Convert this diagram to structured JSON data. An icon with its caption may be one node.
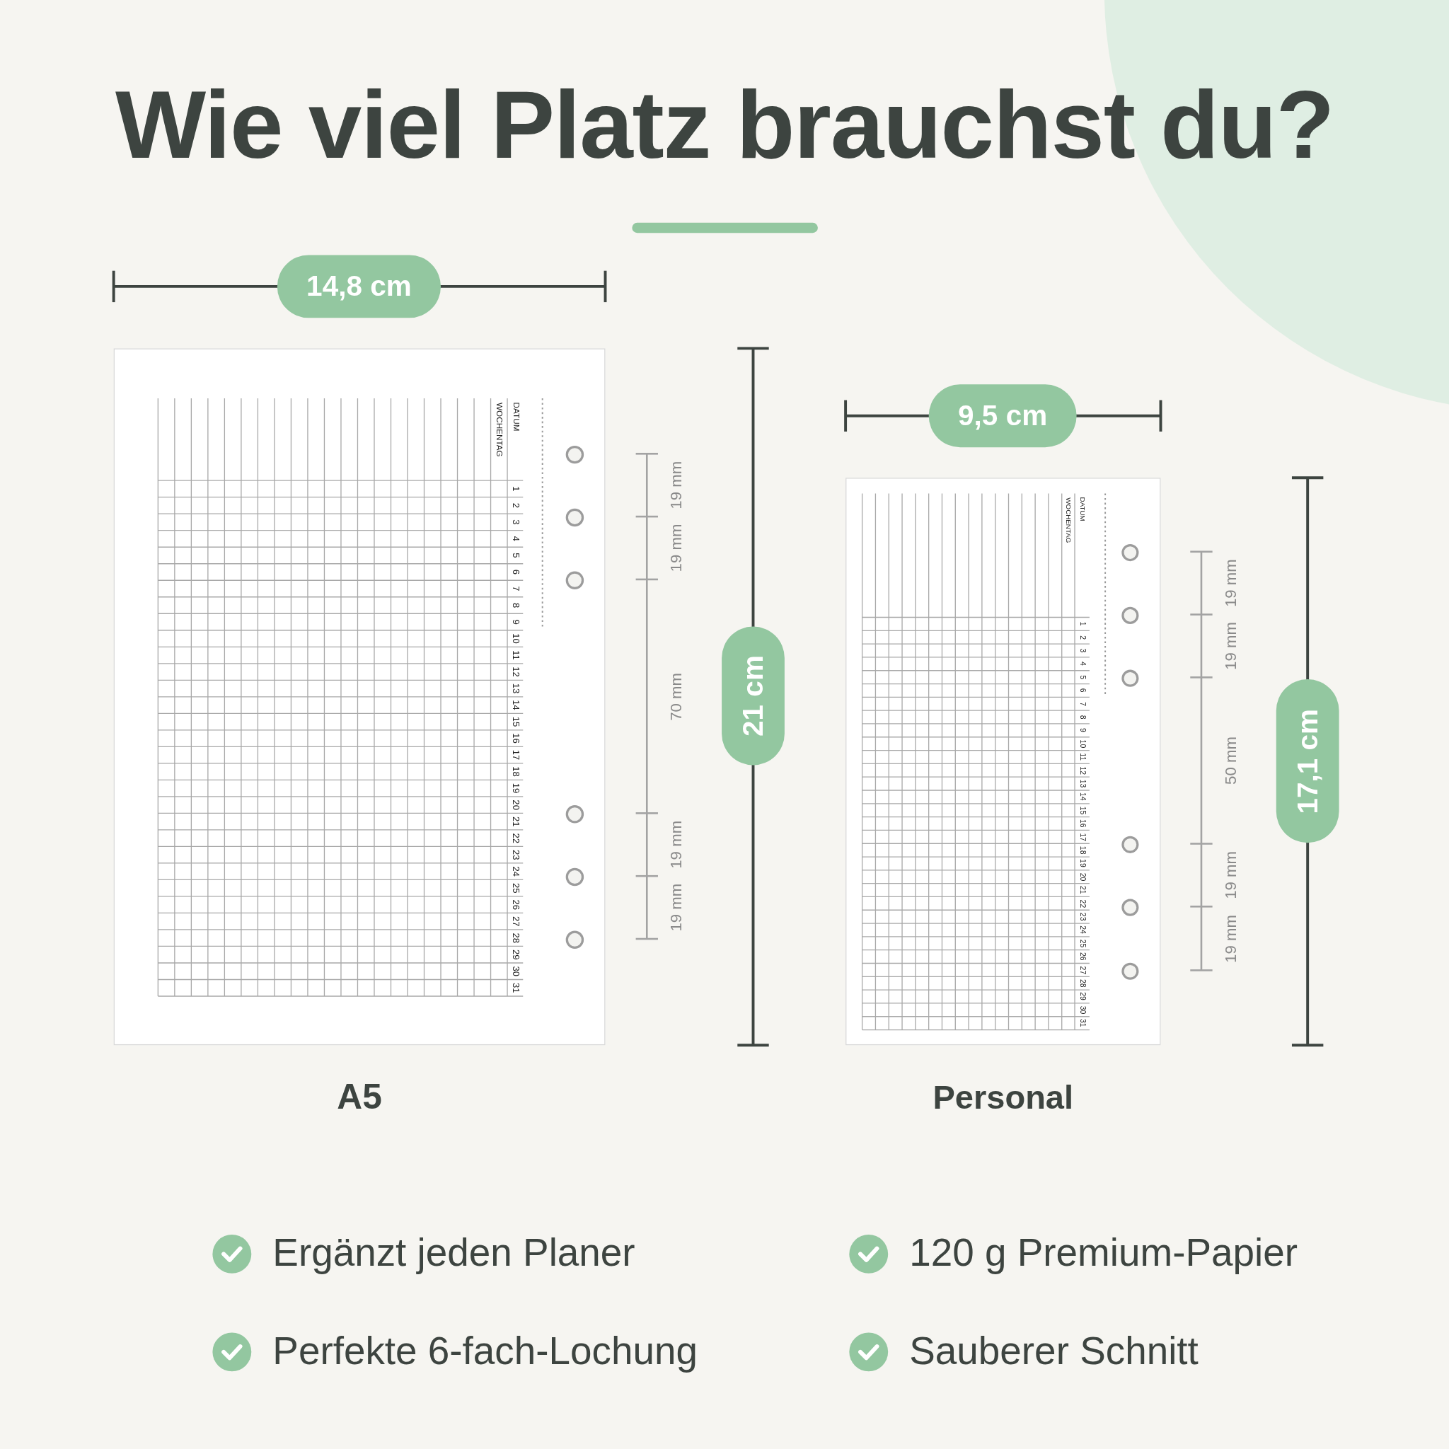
{
  "diagram": {
    "title": "Wie viel Platz brauchst du?",
    "nodes": [
      {
        "text": [],
        "shape": "bar"
      },
      {
        "text": [
          "A5",
          "DATUM",
          "WOCHENTAG",
          "1",
          "2",
          "3",
          "4",
          "5",
          "6",
          "7",
          "8",
          "9",
          "10",
          "11",
          "12",
          "13",
          "14",
          "15",
          "16",
          "17",
          "18",
          "19",
          "20",
          "21",
          "22",
          "23",
          "24",
          "25",
          "26",
          "27",
          "28",
          "29",
          "30",
          "31"
        ]
      },
      {
        "text": [
          "Personal",
          "DATUM",
          "WOCHENTAG",
          "1",
          "2",
          "3",
          "4",
          "5",
          "6",
          "7",
          "8",
          "9",
          "10",
          "11",
          "12",
          "13",
          "14",
          "15",
          "16",
          "17",
          "18",
          "19",
          "20",
          "21",
          "22",
          "23",
          "24",
          "25",
          "26",
          "27",
          "28",
          "29",
          "30",
          "31"
        ]
      }
    ],
    "edges": [],
    "labels": [
      "14,8 cm",
      "19 mm",
      "19 mm",
      "70 mm",
      "19 mm",
      "19 mm",
      "21 cm",
      "9,5 cm",
      "19 mm",
      "19 mm",
      "50 mm",
      "19 mm",
      "19 mm",
      "17,1 cm",
      "Ergänzt jeden Planer",
      "120 g Premium-Papier",
      "Perfekte 6-fach-Lochung",
      "Sauberer Schnitt"
    ]
  }
}
